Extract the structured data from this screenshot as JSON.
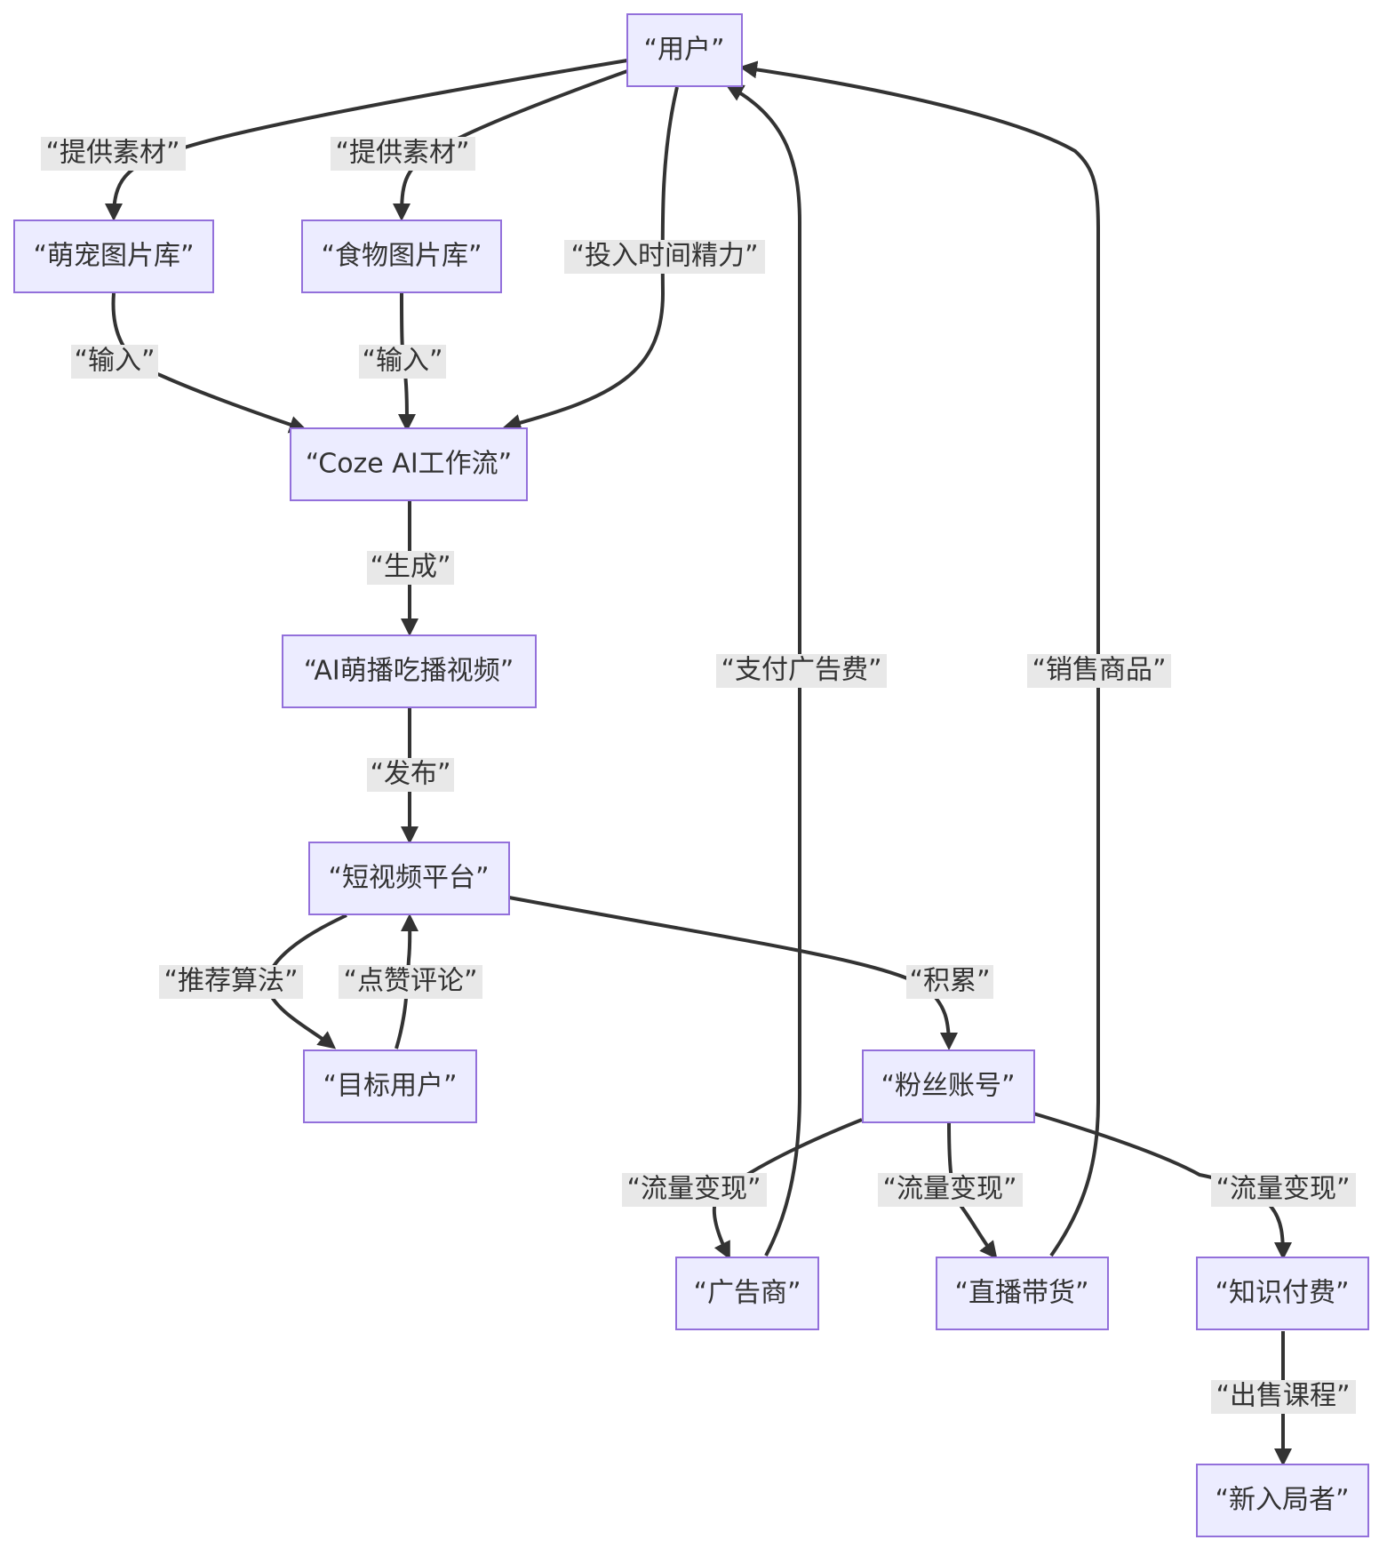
{
  "diagram": {
    "colors": {
      "node_fill": "#ececff",
      "node_stroke": "#9370db",
      "edge": "#333333",
      "label_bg": "#e8e8e8",
      "text": "#333333"
    },
    "nodes": {
      "user": "“用户”",
      "pet_gallery": "“萌宠图片库”",
      "food_gallery": "“食物图片库”",
      "coze_workflow": "“Coze AI工作流”",
      "ai_video": "“AI萌播吃播视频”",
      "video_platform": "“短视频平台”",
      "target_users": "“目标用户”",
      "fan_account": "“粉丝账号”",
      "advertiser": "“广告商”",
      "live_commerce": "“直播带货”",
      "paid_knowledge": "“知识付费”",
      "newcomer": "“新入局者”"
    },
    "edges": {
      "user_to_pet": "“提供素材”",
      "user_to_food": "“提供素材”",
      "user_to_coze": "“投入时间精力”",
      "pet_to_coze": "“输入”",
      "food_to_coze": "“输入”",
      "coze_to_video": "“生成”",
      "video_to_platform": "“发布”",
      "platform_to_target": "“推荐算法”",
      "target_to_platform": "“点赞评论”",
      "platform_to_fans": "“积累”",
      "fans_to_ad": "“流量变现”",
      "fans_to_live": "“流量变现”",
      "fans_to_knowledge": "“流量变现”",
      "ad_to_user": "“支付广告费”",
      "live_to_user": "“销售商品”",
      "knowledge_to_newcomer": "“出售课程”"
    }
  }
}
